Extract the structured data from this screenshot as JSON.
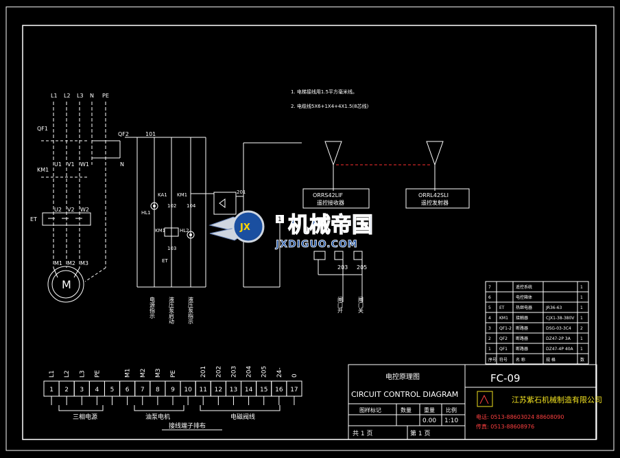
{
  "supply": {
    "phases": [
      "L1",
      "L2",
      "L3",
      "N",
      "PE"
    ],
    "breaker_main": "QF1",
    "breaker_ctrl": "QF2",
    "ctrl_n": "N",
    "contactor": "KM1",
    "contactor_contacts": [
      "U1",
      "V1",
      "W1"
    ],
    "thermal_relay": "ET",
    "relay_contacts": [
      "U2",
      "V2",
      "W2"
    ],
    "motor_terminals": [
      "M1",
      "M2",
      "M3"
    ],
    "motor_symbol": "M",
    "wire_101": "101"
  },
  "control": {
    "ka1": "KA1",
    "km1_top": "KM1",
    "hl1": "HL1",
    "wire_102": "102",
    "wire_104": "104",
    "km1_coil": "KM1",
    "hl2": "HL2",
    "wire_103": "103",
    "et_contact": "ET",
    "wire_201": "201",
    "col_labels": [
      "电源指示",
      "液压泵启动",
      "液压泵指示"
    ]
  },
  "notes": [
    "1. 电梯接线用1.5平方毫米线。",
    "2. 电缆线5X6+1X4+4X1.5(8芯线)"
  ],
  "radio": {
    "receiver_model": "ORRS42LIF",
    "receiver_name": "遥控接收器",
    "transmitter_model": "ORRL42SLI",
    "transmitter_name": "遥控发射器",
    "terminal_num": "1",
    "wire_203": "203",
    "wire_205": "205",
    "switch_labels": [
      "闸门开",
      "闸门关"
    ]
  },
  "watermark": {
    "brand": "机械帝国",
    "domain": "JXDIGUO.COM",
    "badge": "JX"
  },
  "terminal_strip": {
    "wire_labels": [
      "L1",
      "L2",
      "L3",
      "PE",
      "",
      "M1",
      "M2",
      "M3",
      "PE",
      "",
      "201",
      "202",
      "203",
      "204",
      "205",
      "24-",
      "0"
    ],
    "numbers": [
      "1",
      "2",
      "3",
      "4",
      "5",
      "6",
      "7",
      "8",
      "9",
      "10",
      "11",
      "12",
      "13",
      "14",
      "15",
      "16",
      "17"
    ],
    "groups": [
      "三相电源",
      "油泵电机",
      "电磁阀线"
    ],
    "title": "接线端子排布"
  },
  "parts_table": {
    "rows": [
      {
        "no": "7",
        "code": "",
        "name": "遥控系统",
        "model": "",
        "qty": "1"
      },
      {
        "no": "6",
        "code": "",
        "name": "电控箱体",
        "model": "",
        "qty": "1"
      },
      {
        "no": "5",
        "code": "ET",
        "name": "热继电器",
        "model": "JR36-63",
        "qty": "1"
      },
      {
        "no": "4",
        "code": "KM1",
        "name": "接触器",
        "model": "CJX1-38-380V",
        "qty": "1"
      },
      {
        "no": "3",
        "code": "QF1-2",
        "name": "断路器",
        "model": "DSG-03-3C4",
        "qty": "2"
      },
      {
        "no": "2",
        "code": "QF2",
        "name": "断路器",
        "model": "DZ47-2P 3A",
        "qty": "1"
      },
      {
        "no": "1",
        "code": "QF1",
        "name": "断路器",
        "model": "DZ47-4P 40A",
        "qty": "1"
      }
    ],
    "headers": [
      "序号",
      "符号",
      "名 称",
      "规 格",
      "数"
    ]
  },
  "title_block": {
    "drawing_cn": "电控原理图",
    "drawing_en": "CIRCUIT CONTROL DIAGRAM",
    "drawing_no": "FC-09",
    "mark_label": "图样标记",
    "qty_label": "数量",
    "weight_label": "重量",
    "scale_label": "比例",
    "weight_value": "0.00",
    "scale_value": "1:10",
    "sheets_total": "共 1 页",
    "sheet_no": "第 1 页",
    "company": "江苏紫石机械制造有限公司",
    "phone": "电话: 0513-88603024  88608090",
    "fax": "传真: 0513-88608976"
  },
  "colors": {
    "bg": "#000000",
    "line": "#ffffff",
    "accent_red": "#ff3030",
    "company_yellow": "#f0e020",
    "contact_red": "#ff4040",
    "watermark_blue": "#1a4fa0"
  }
}
